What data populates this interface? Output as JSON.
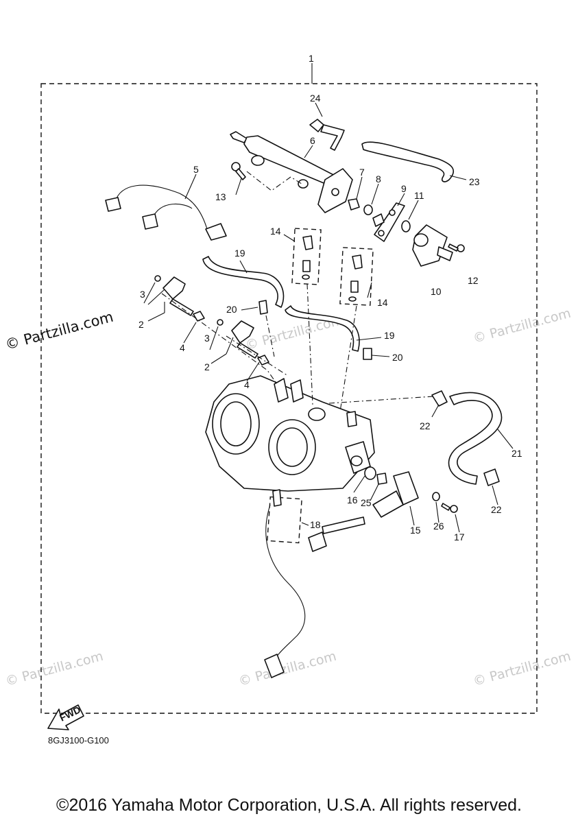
{
  "watermarks": {
    "primary": "© Partzilla.com",
    "secondary": "© Partzilla.com"
  },
  "callouts": {
    "c1": "1",
    "c2a": "2",
    "c2b": "2",
    "c3a": "3",
    "c3b": "3",
    "c4a": "4",
    "c4b": "4",
    "c5": "5",
    "c6": "6",
    "c7": "7",
    "c8": "8",
    "c9": "9",
    "c10": "10",
    "c11": "11",
    "c12": "12",
    "c13": "13",
    "c14a": "14",
    "c14b": "14",
    "c15": "15",
    "c16": "16",
    "c17": "17",
    "c18": "18",
    "c19a": "19",
    "c19b": "19",
    "c20a": "20",
    "c20b": "20",
    "c21": "21",
    "c22a": "22",
    "c22b": "22",
    "c23": "23",
    "c24": "24",
    "c25": "25",
    "c26": "26"
  },
  "fwd_label": "FWD",
  "diagram_code": "8GJ3100-G100",
  "copyright": "©2016 Yamaha Motor Corporation, U.S.A. All rights reserved."
}
